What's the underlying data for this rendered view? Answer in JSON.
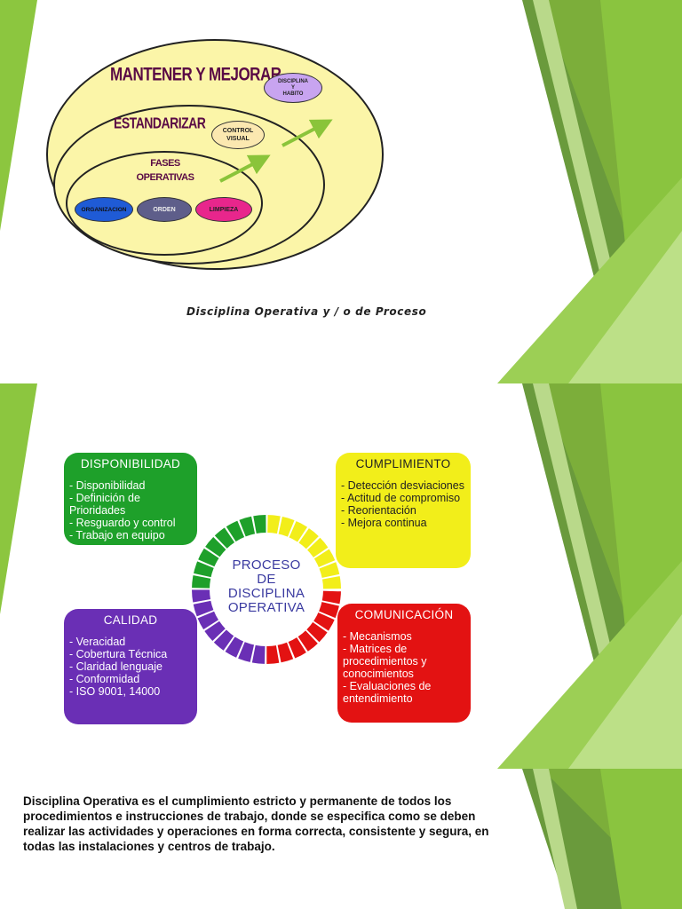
{
  "slide1": {
    "heading_outer": "MANTENER Y MEJORAR",
    "heading_middle": "ESTANDARIZAR",
    "heading_inner": "FASES\nOPERATIVAS",
    "pill_discipline": "DISCIPLINA\nY\nHABITO",
    "pill_control": "CONTROL\nVISUAL",
    "pill_organize": "ORGANIZACION",
    "pill_order": "ORDEN",
    "pill_clean": "LIMPIEZA",
    "caption": "Disciplina Operativa y / o de Proceso",
    "colors": {
      "ellipse_fill": "#fbf5a8",
      "heading": "#5a0a45",
      "arrow": "#8ac43a",
      "organize": "#1f5bd6",
      "order": "#5e5e8a",
      "clean": "#e8268c",
      "discipline": "#c8a4f0",
      "control": "#fbe8b0"
    }
  },
  "slide2": {
    "center": "PROCESO\nDE\nDISCIPLINA\nOPERATIVA",
    "boxes": {
      "disponibilidad": {
        "title": "DISPONIBILIDAD",
        "items": [
          "- Disponibilidad",
          "- Definición de Prioridades",
          "- Resguardo y control",
          "- Trabajo en equipo"
        ]
      },
      "cumplimiento": {
        "title": "CUMPLIMIENTO",
        "items": [
          "- Detección desviaciones",
          "- Actitud de compromiso",
          "- Reorientación",
          "- Mejora continua"
        ]
      },
      "calidad": {
        "title": "CALIDAD",
        "items": [
          "- Veracidad",
          "- Cobertura Técnica",
          "- Claridad lenguaje",
          "- Conformidad",
          "- ISO 9001, 14000"
        ]
      },
      "comunicacion": {
        "title": "COMUNICACIÓN",
        "items": [
          "- Mecanismos",
          "- Matrices de procedimientos y conocimientos",
          "- Evaluaciones de entendimiento"
        ]
      }
    },
    "colors": {
      "green": "#1ea02a",
      "yellow": "#f2ee1a",
      "purple": "#6a2fb5",
      "red": "#e31212"
    }
  },
  "slide3": {
    "paragraph": "Disciplina Operativa es el cumplimiento estricto y permanente de todos los procedimientos  e instrucciones de trabajo, donde se  especifica como se deben realizar  las actividades y operaciones en forma correcta, consistente y segura, en todas las instalaciones y centros de trabajo."
  }
}
